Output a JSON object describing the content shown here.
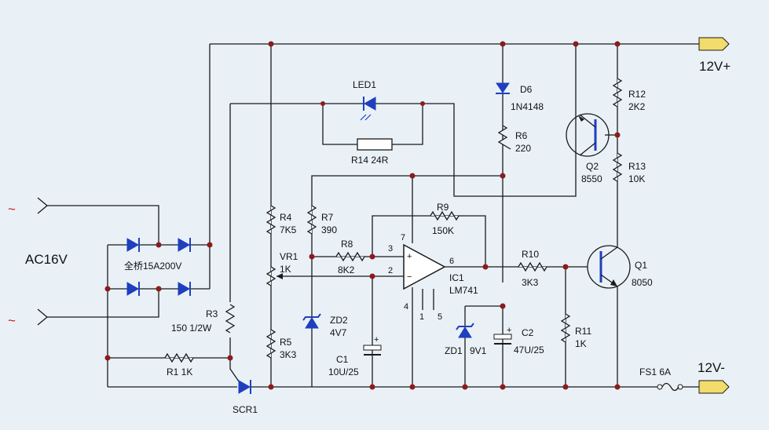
{
  "supply": {
    "pos": "12V+",
    "neg": "12V-",
    "ac": "AC16V",
    "ac_symbol": "~"
  },
  "labels": {
    "bridge": "全桥15A200V",
    "led1": "LED1",
    "r14": "R14  24R",
    "d6": "D6",
    "d6_val": "1N4148",
    "r6": "R6",
    "r6_val": "220",
    "r12": "R12",
    "r12_val": "2K2",
    "r13": "R13",
    "r13_val": "10K",
    "q2": "Q2",
    "q2_val": "8550",
    "q1": "Q1",
    "q1_val": "8050",
    "r4": "R4",
    "r4_val": "7K5",
    "vr1": "VR1",
    "vr1_val": "1K",
    "r5": "R5",
    "r5_val": "3K3",
    "r7": "R7",
    "r7_val": "390",
    "r8": "R8",
    "r8_val": "8K2",
    "r9": "R9",
    "r9_val": "150K",
    "r10": "R10",
    "r10_val": "3K3",
    "r11": "R11",
    "r11_val": "1K",
    "ic1": "IC1",
    "ic1_val": "LM741",
    "zd2": "ZD2",
    "zd2_val": "4V7",
    "c1": "C1",
    "c1_val": "10U/25",
    "zd1": "ZD1",
    "zd1_val": "9V1",
    "c2": "C2",
    "c2_val": "47U/25",
    "r3": "R3",
    "r3_val": "150 1/2W",
    "r1": "R1  1K",
    "scr1": "SCR1",
    "fs1": "FS1  6A",
    "pin7": "7",
    "pin3": "3",
    "pin2": "2",
    "pin6": "6",
    "pin4": "4",
    "pin1": "1",
    "pin5": "5",
    "plus": "+",
    "minus": "−"
  },
  "colors": {
    "wire": "#1a1a1a",
    "component": "#1f3fbf",
    "ac": "#cc1111",
    "terminal": "#f2dc6b"
  }
}
